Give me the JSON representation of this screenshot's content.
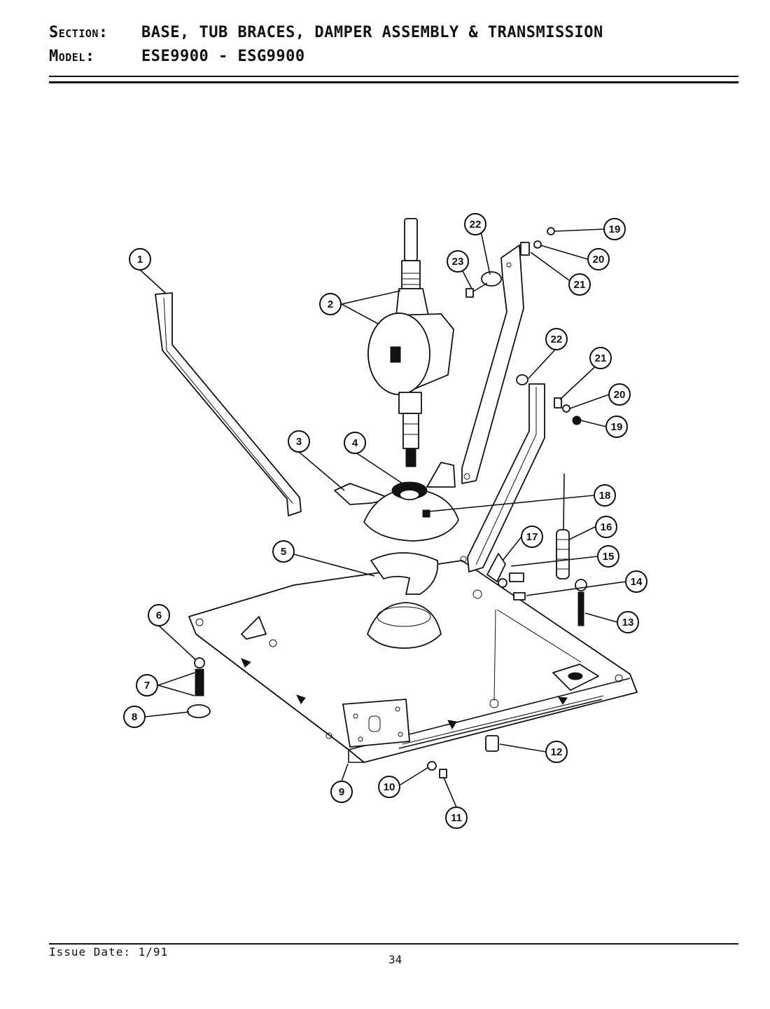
{
  "header": {
    "section_key": "Section:",
    "section_value": "BASE, TUB BRACES, DAMPER ASSEMBLY & TRANSMISSION",
    "model_key": "Model:",
    "model_value": "ESE9900 - ESG9900"
  },
  "footer": {
    "issue_date": "Issue Date: 1/91",
    "page_number": "34"
  },
  "callouts": [
    "1",
    "2",
    "3",
    "4",
    "5",
    "6",
    "7",
    "8",
    "9",
    "10",
    "11",
    "12",
    "13",
    "14",
    "15",
    "16",
    "17",
    "18",
    "19",
    "20",
    "21",
    "22",
    "23"
  ]
}
